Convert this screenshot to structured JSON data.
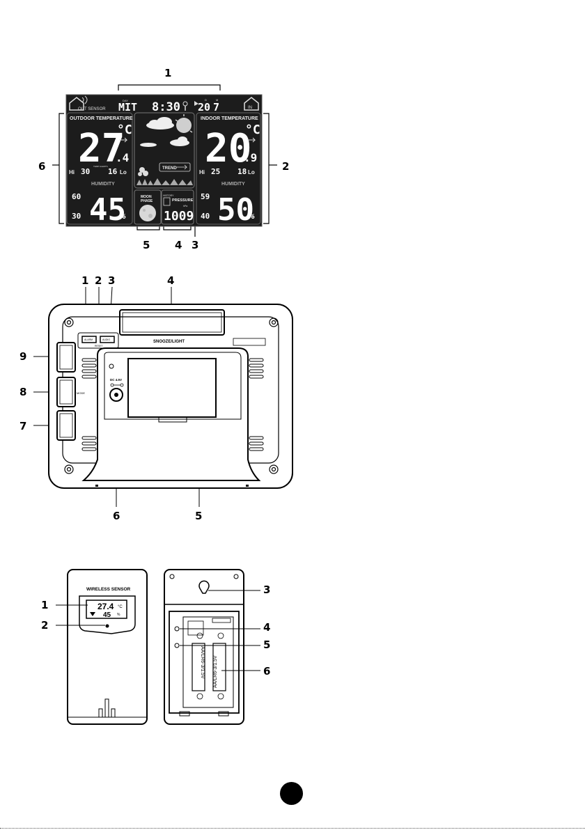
{
  "display": {
    "callouts": {
      "c1": "1",
      "c2": "2",
      "c3": "3",
      "c4": "4",
      "c5": "5",
      "c6": "6"
    },
    "topbar": {
      "out_sensor": "OUT SENSOR",
      "day_tag": "DAY",
      "day": "MIT",
      "time": "8:30",
      "date_d": "20",
      "date_m": "7",
      "d_tag": "D",
      "m_tag": "M",
      "in_label": "IN"
    },
    "outdoor": {
      "title": "OUTDOOR  TEMPERATURE",
      "temp_int": "27",
      "temp_dec": ".4",
      "unit": "°C",
      "hi_label": "Hi",
      "hi": "30",
      "lo": "16",
      "lo_label": "Lo",
      "temp_tag": "TEMP ALERTS",
      "humidity_label": "HUMIDITY",
      "hum_hi": "60",
      "hum_lo": "30",
      "humidity": "45",
      "percent": "%"
    },
    "indoor": {
      "title": "INDOOR  TEMPERATURE",
      "temp_int": "20",
      "temp_dec": ".9",
      "unit": "°C",
      "hi_label": "Hi",
      "hi": "25",
      "lo": "18",
      "lo_label": "Lo",
      "humidity_label": "HUMIDITY",
      "hum_hi": "59",
      "hum_lo": "40",
      "humidity": "50",
      "percent": "%"
    },
    "forecast": {
      "trend": "TREND"
    },
    "moon": {
      "label_1": "MOON",
      "label_2": "PHASE"
    },
    "pressure": {
      "history": "HISTORY",
      "label": "PRESSURE",
      "value": "1009",
      "unit": "hPa"
    }
  },
  "back": {
    "callouts": {
      "c1": "1",
      "c2": "2",
      "c3": "3",
      "c4": "4",
      "c5": "5",
      "c6": "6",
      "c7": "7",
      "c8": "8",
      "c9": "9"
    },
    "alarm_label": "ALARM",
    "audio_label": "AUDIO",
    "reset_label": "RESET",
    "snooze_label": "SNOOZE/LIGHT",
    "mode_label": "MODE",
    "dc_label": "DC 4.5V"
  },
  "sensor": {
    "callouts": {
      "c1": "1",
      "c2": "2",
      "c3": "3",
      "c4": "4",
      "c5": "5",
      "c6": "6"
    },
    "title": "WIRELESS SENSOR",
    "temp": "27.4",
    "temp_unit": "°C",
    "humidity": "45",
    "hum_unit": "%",
    "battery_1": "AA/LR6-3/1.5V",
    "battery_2": "AA/LR6-3/1.5V"
  }
}
